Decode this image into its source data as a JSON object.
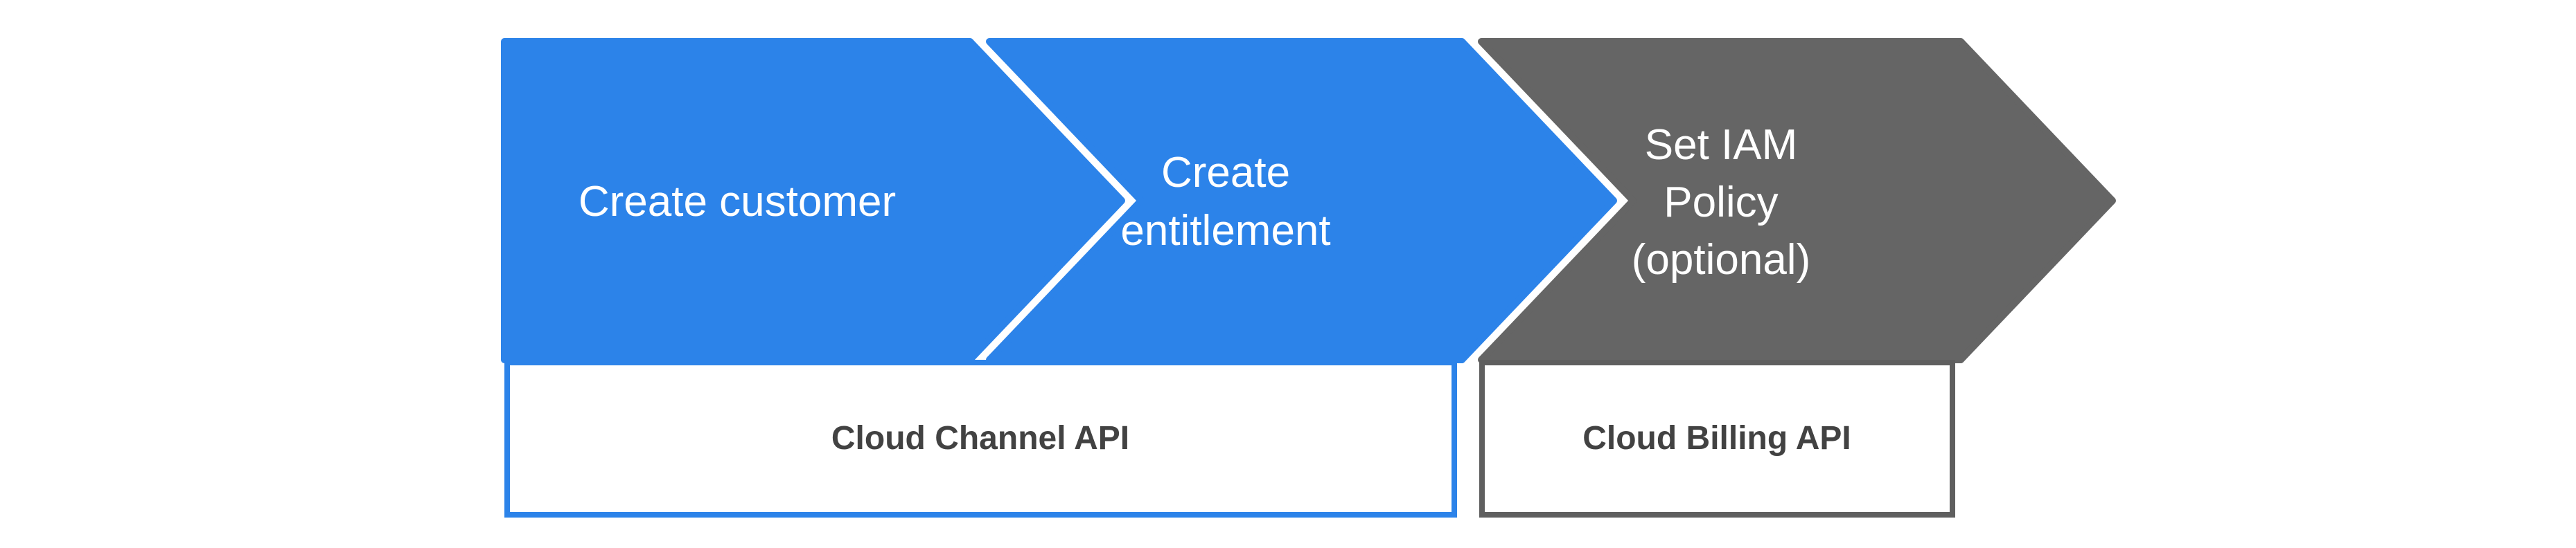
{
  "flow": {
    "steps": [
      {
        "lines": [
          "Create customer"
        ],
        "fill": "#2c83e9",
        "text_color": "#ffffff"
      },
      {
        "lines": [
          "Create",
          "entitlement"
        ],
        "fill": "#2c83e9",
        "text_color": "#ffffff"
      },
      {
        "lines": [
          "Set IAM",
          "Policy",
          "(optional)"
        ],
        "fill": "#656565",
        "text_color": "#ffffff"
      }
    ],
    "api_boxes": [
      {
        "label": "Cloud Channel API",
        "border_color": "#2c83e9",
        "text_color": "#424242"
      },
      {
        "label": "Cloud Billing API",
        "border_color": "#5f5f5f",
        "text_color": "#424242"
      }
    ]
  }
}
